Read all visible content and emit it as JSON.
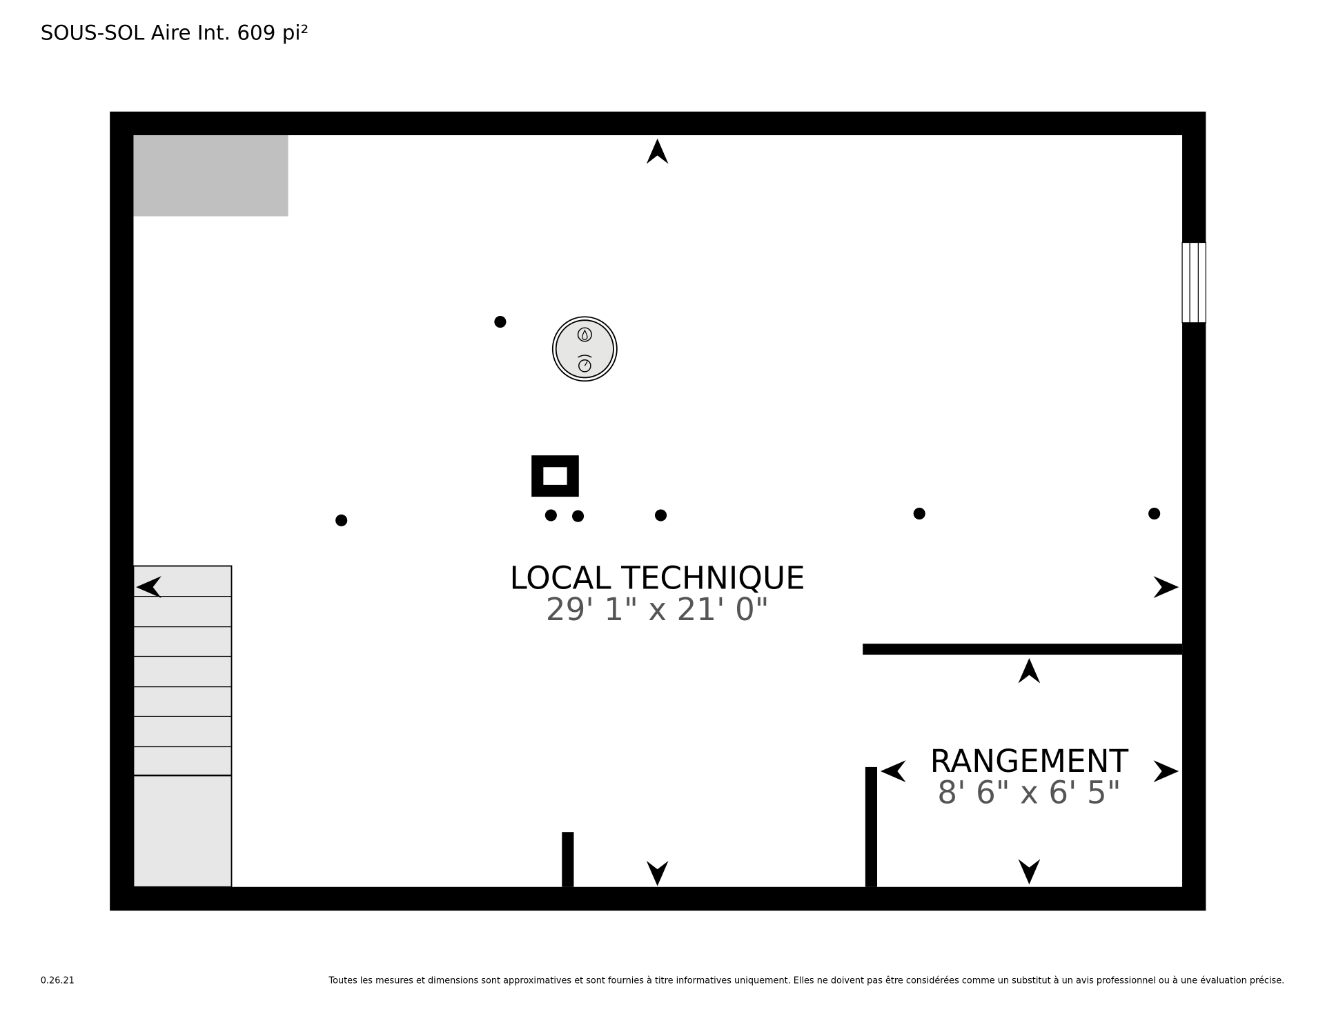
{
  "title": "SOUS-SOL Aire Int. 609 pi²",
  "rooms": [
    {
      "name": "LOCAL TECHNIQUE",
      "dimensions": "29' 1\" x 21' 0\""
    },
    {
      "name": "RANGEMENT",
      "dimensions": "8' 6\" x 6' 5\""
    }
  ],
  "footer": {
    "version": "0.26.21",
    "disclaimer": "Toutes les mesures et dimensions sont approximatives et sont fournies à titre informatives uniquement. Elles ne doivent pas être considérées comme un substitut à un avis professionnel ou à une évaluation précise."
  },
  "colors": {
    "wall": "#000000",
    "stairs": "#e6e7e6",
    "gray_block": "#c0c0c0",
    "dimension_text": "#555555"
  }
}
